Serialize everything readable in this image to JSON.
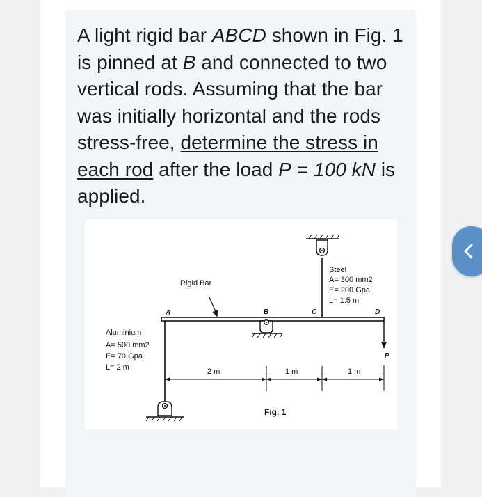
{
  "question": {
    "segments": [
      {
        "text": "A light rigid bar ",
        "style": "normal"
      },
      {
        "text": "ABCD",
        "style": "italic"
      },
      {
        "text": " shown in Fig. 1 is pinned at ",
        "style": "normal"
      },
      {
        "text": "B",
        "style": "italic"
      },
      {
        "text": " and connected to two vertical rods. Assuming that the bar was initially horizontal and the rods stress-free, ",
        "style": "normal"
      },
      {
        "text": "determine the stress in each rod",
        "style": "underline"
      },
      {
        "text": " after the load ",
        "style": "normal"
      },
      {
        "text": "P",
        "style": "italic"
      },
      {
        "text": " = ",
        "style": "normal"
      },
      {
        "text": "100 kN",
        "style": "italic"
      },
      {
        "text": " is applied.",
        "style": "normal"
      }
    ]
  },
  "figure": {
    "rigid_bar_label": "Rigid Bar",
    "aluminium": {
      "name": "Aluminium",
      "area": "A= 500 mm2",
      "modulus": "E= 70 Gpa",
      "length": "L= 2 m"
    },
    "steel": {
      "name": "Steel",
      "area": "A= 300 mm2",
      "modulus": "E= 200 Gpa",
      "length": "L= 1.5 m"
    },
    "points": {
      "a": "A",
      "b": "B",
      "c": "C",
      "d": "D"
    },
    "load_label": "P",
    "dimensions": {
      "ab": "2 m",
      "bc": "1 m",
      "cd": "1 m"
    },
    "caption": "Fig. 1"
  },
  "side_button": {
    "icon": "chevron-left-icon",
    "color": "#5b8fc8"
  }
}
